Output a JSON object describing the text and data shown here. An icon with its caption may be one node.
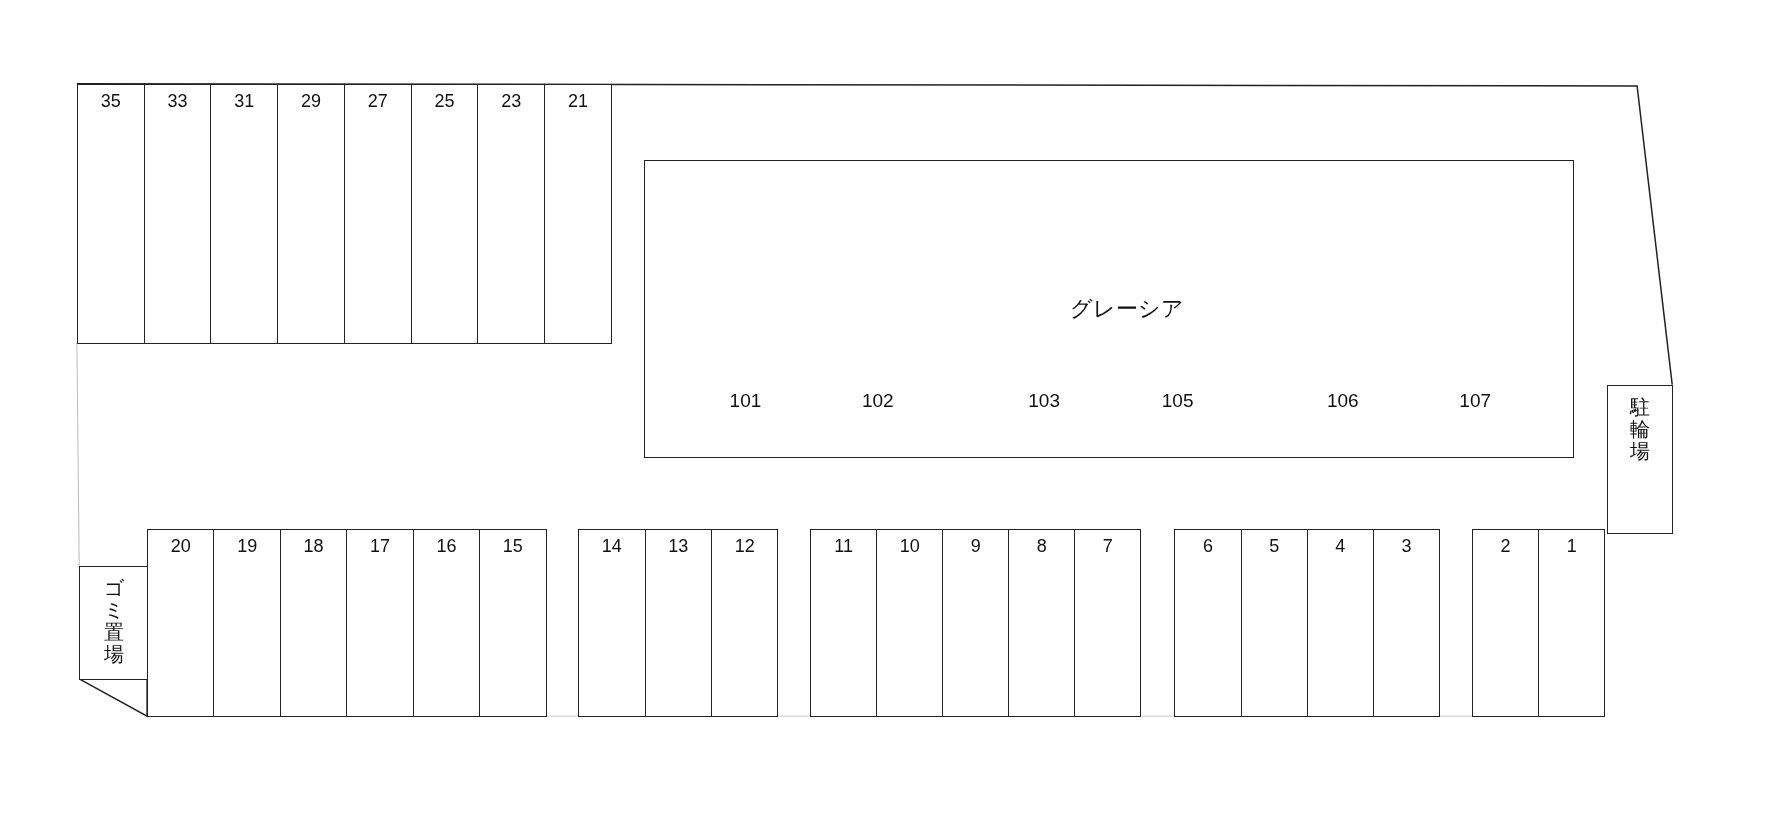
{
  "diagram": {
    "nodes": [
      {
        "text": [
          "35"
        ]
      },
      {
        "text": [
          "33"
        ]
      },
      {
        "text": [
          "31"
        ]
      },
      {
        "text": [
          "29"
        ]
      },
      {
        "text": [
          "27"
        ]
      },
      {
        "text": [
          "25"
        ]
      },
      {
        "text": [
          "23"
        ]
      },
      {
        "text": [
          "21"
        ]
      },
      {
        "text": [
          "グレーシア",
          "101",
          "102",
          "103",
          "105",
          "106",
          "107"
        ]
      },
      {
        "text": [
          "駐輪場"
        ]
      },
      {
        "text": [
          "ゴミ置場"
        ]
      },
      {
        "text": [
          "20"
        ]
      },
      {
        "text": [
          "19"
        ]
      },
      {
        "text": [
          "18"
        ]
      },
      {
        "text": [
          "17"
        ]
      },
      {
        "text": [
          "16"
        ]
      },
      {
        "text": [
          "15"
        ]
      },
      {
        "text": [
          "14"
        ]
      },
      {
        "text": [
          "13"
        ]
      },
      {
        "text": [
          "12"
        ]
      },
      {
        "text": [
          "11"
        ]
      },
      {
        "text": [
          "10"
        ]
      },
      {
        "text": [
          "9"
        ]
      },
      {
        "text": [
          "8"
        ]
      },
      {
        "text": [
          "7"
        ]
      },
      {
        "text": [
          "6"
        ]
      },
      {
        "text": [
          "5"
        ]
      },
      {
        "text": [
          "4"
        ]
      },
      {
        "text": [
          "3"
        ]
      },
      {
        "text": [
          "2"
        ]
      },
      {
        "text": [
          "1"
        ]
      }
    ],
    "edges": []
  }
}
